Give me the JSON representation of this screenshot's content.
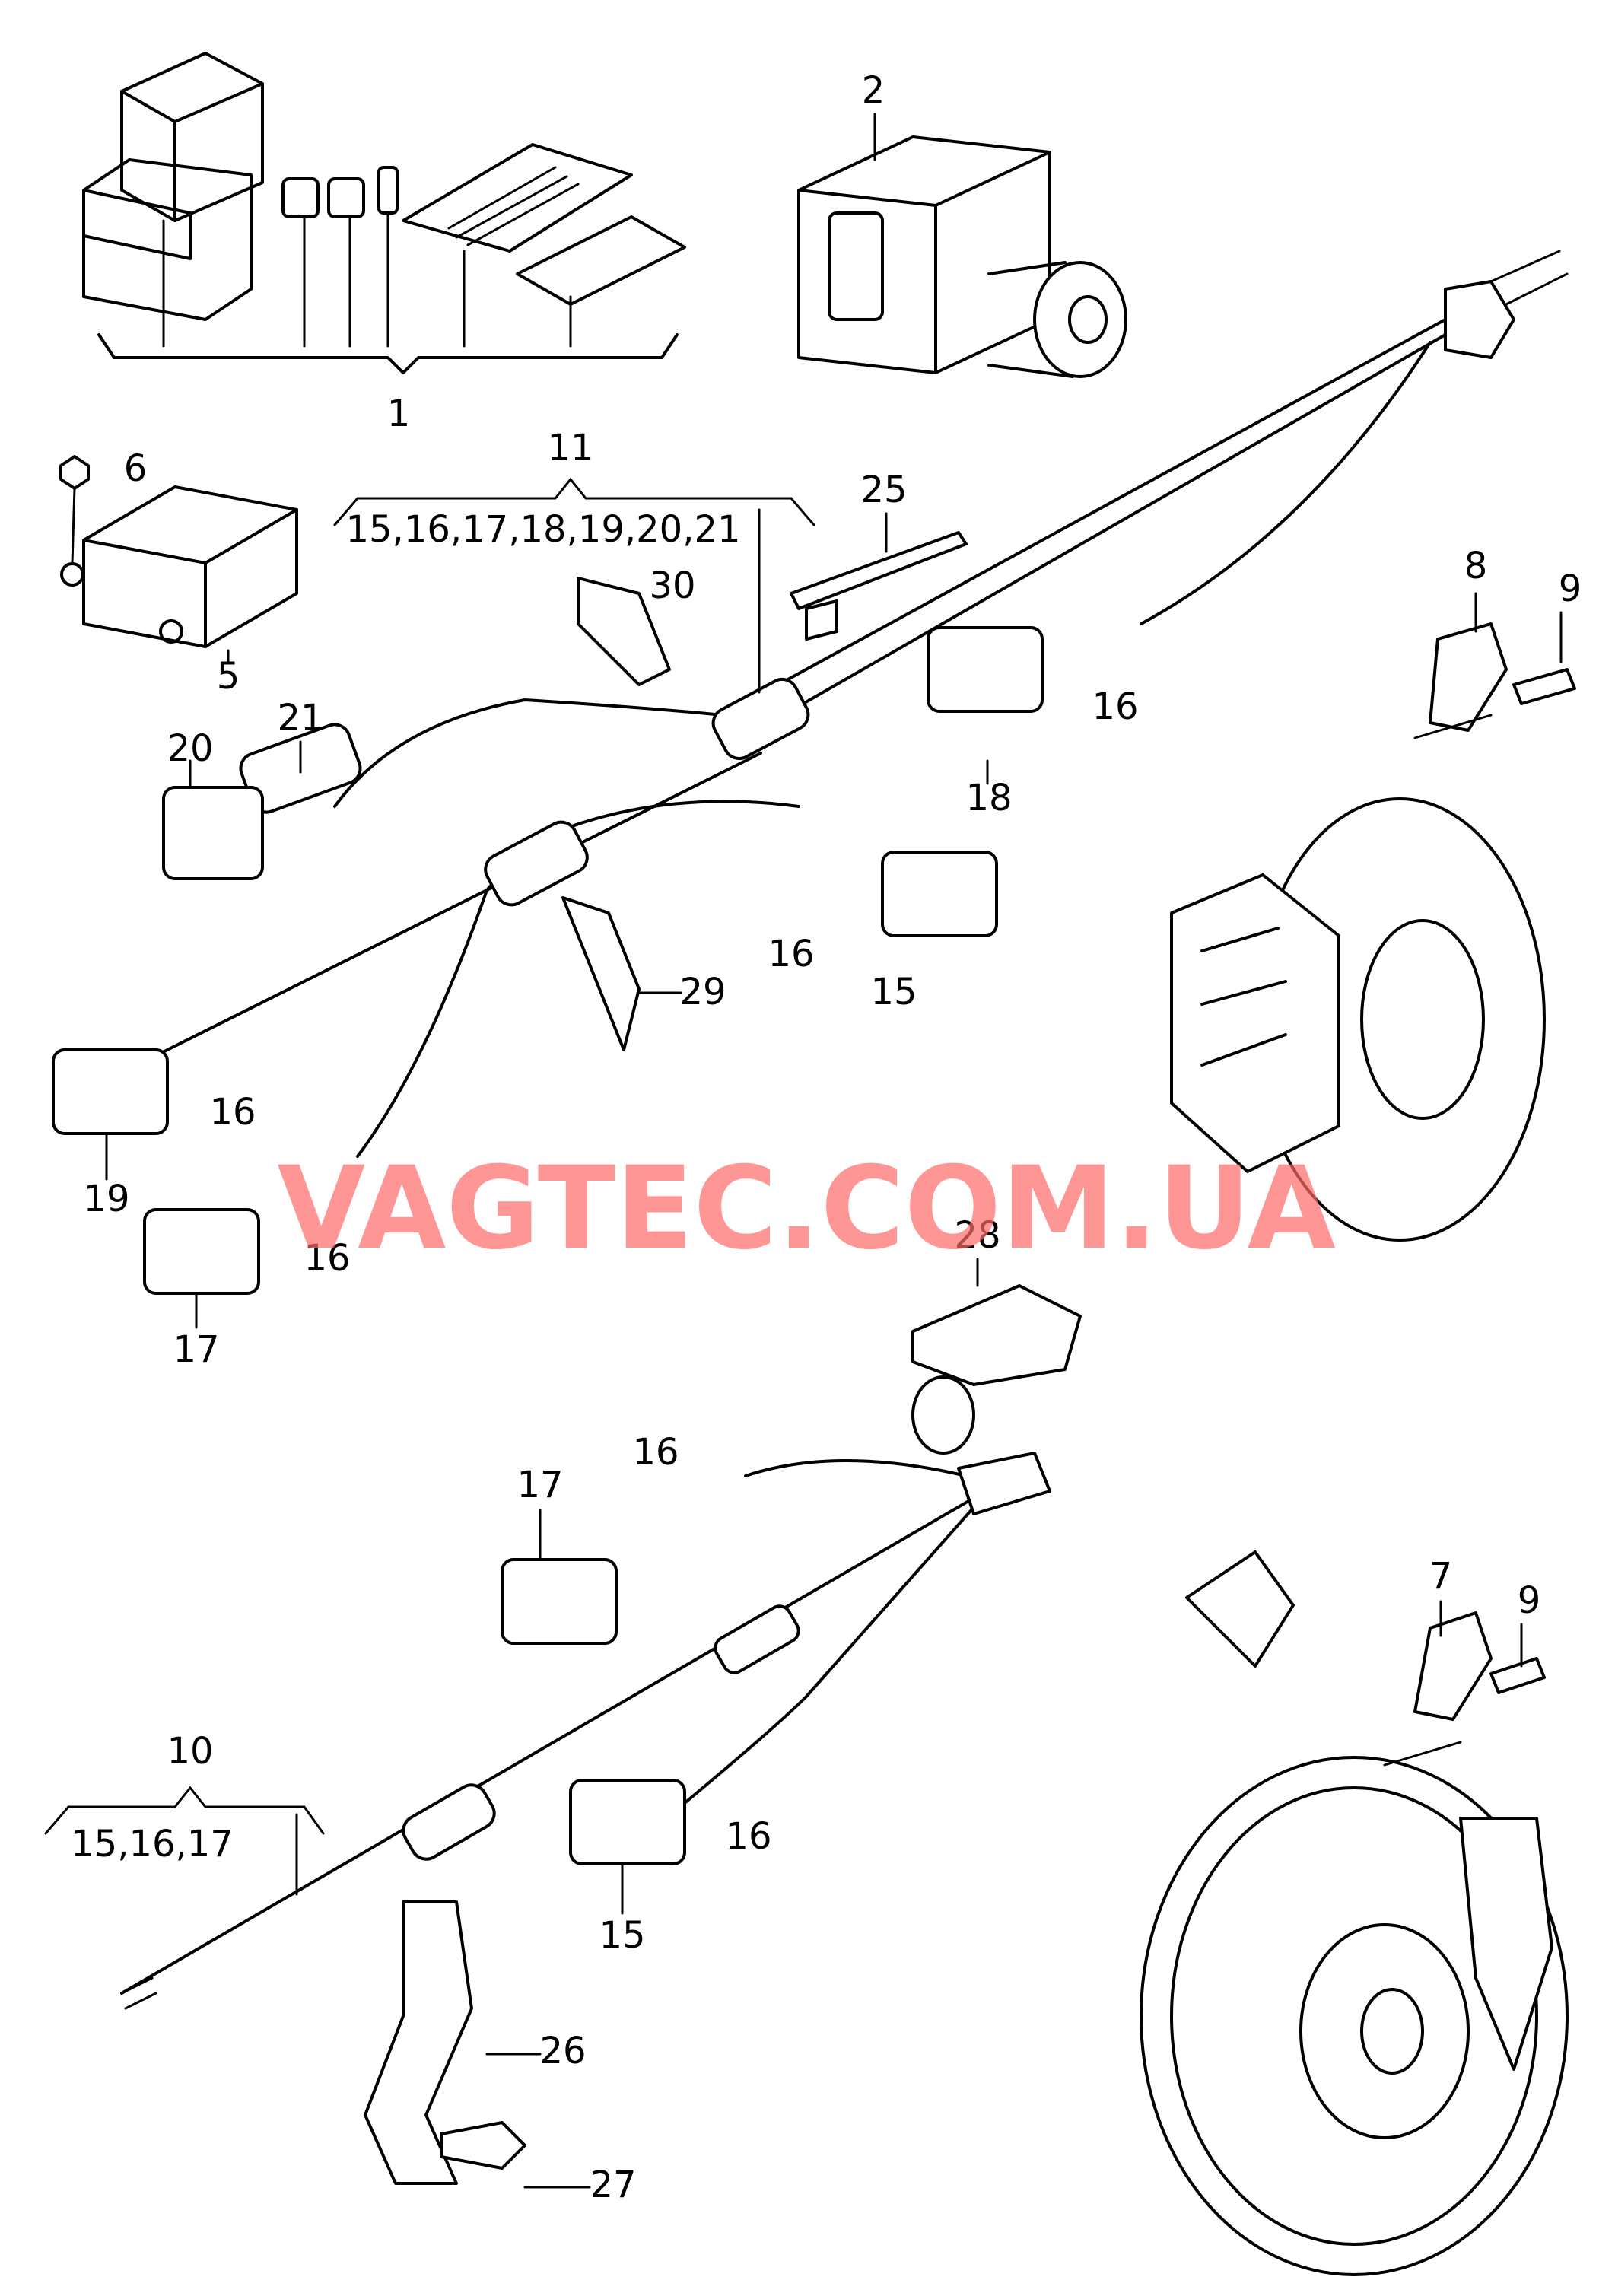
{
  "labels": {
    "l1": "1",
    "l2": "2",
    "l5": "5",
    "l6": "6",
    "l7": "7",
    "l8": "8",
    "l9a": "9",
    "l9b": "9",
    "l10": "10",
    "l10_group": "15,16,17",
    "l11": "11",
    "l11_group": "15,16,17,18,19,20,21",
    "l15a": "15",
    "l15b": "15",
    "l16a": "16",
    "l16b": "16",
    "l16c": "16",
    "l16d": "16",
    "l16e": "16",
    "l16f": "16",
    "l17a": "17",
    "l17b": "17",
    "l18": "18",
    "l19": "19",
    "l20": "20",
    "l21": "21",
    "l25": "25",
    "l26": "26",
    "l27": "27",
    "l28": "28",
    "l29": "29",
    "l30": "30"
  },
  "watermark": "VAGTEC.COM.UA"
}
